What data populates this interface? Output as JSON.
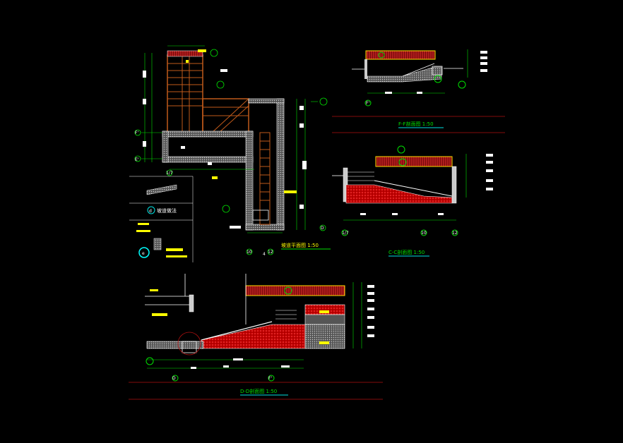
{
  "colors": {
    "background": "#000000",
    "line": "#ffffff",
    "wall": "#c8c8c8",
    "stair": "#c05a1a",
    "roof": "#b01010",
    "roof_cap": "#ffdd00",
    "fill_red": "#e01010",
    "dim_green": "#00e000",
    "dim_yellow": "#ffff00",
    "cyan": "#00ffff"
  },
  "plan": {
    "title": "坡道平面图 1:50",
    "axes": [
      "F'",
      "E'",
      "1/7",
      "D",
      "10",
      "12",
      "4"
    ],
    "detail_note": "坡道做法",
    "detail_marker": "d",
    "detail_marker2": "e"
  },
  "section_ff": {
    "title": "F-F剖面图 1:50",
    "axes": [
      "F'"
    ]
  },
  "section_cc": {
    "title": "C-C剖面图 1:50",
    "axes": [
      "1/7",
      "10",
      "12"
    ]
  },
  "section_dd": {
    "title": "D-D剖面图 1:50",
    "axes": [
      "D",
      "F'"
    ]
  }
}
